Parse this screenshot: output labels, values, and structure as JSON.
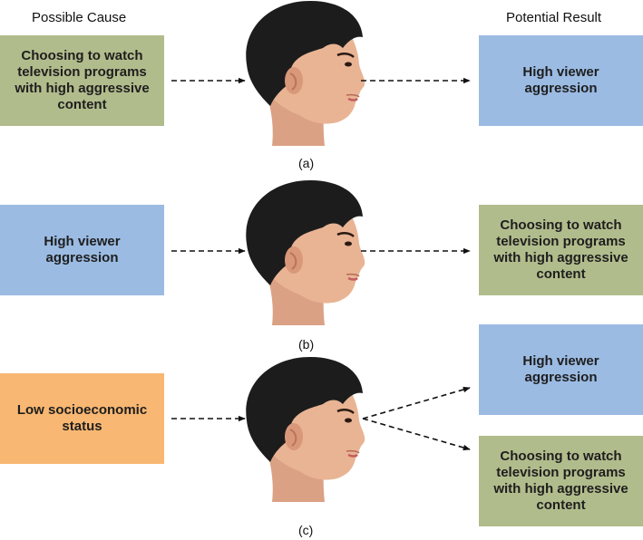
{
  "headers": {
    "cause": "Possible Cause",
    "result": "Potential Result"
  },
  "panels": [
    {
      "label": "(a)",
      "cause": "Choosing to watch television programs with high aggressive content",
      "results": [
        "High viewer aggression"
      ]
    },
    {
      "label": "(b)",
      "cause": "High viewer aggression",
      "results": [
        "Choosing to watch television programs with high aggressive content"
      ]
    },
    {
      "label": "(c)",
      "cause": "Low socioeconomic status",
      "results": [
        "High viewer aggression",
        "Choosing to watch television programs with high aggressive content"
      ]
    }
  ],
  "colors": {
    "aggressive_content_box": "#b1bc8c",
    "aggression_box": "#9bbbe3",
    "socioeconomic_box": "#f8b772",
    "hair": "#1c1c1c",
    "skin": "#e9b494"
  }
}
